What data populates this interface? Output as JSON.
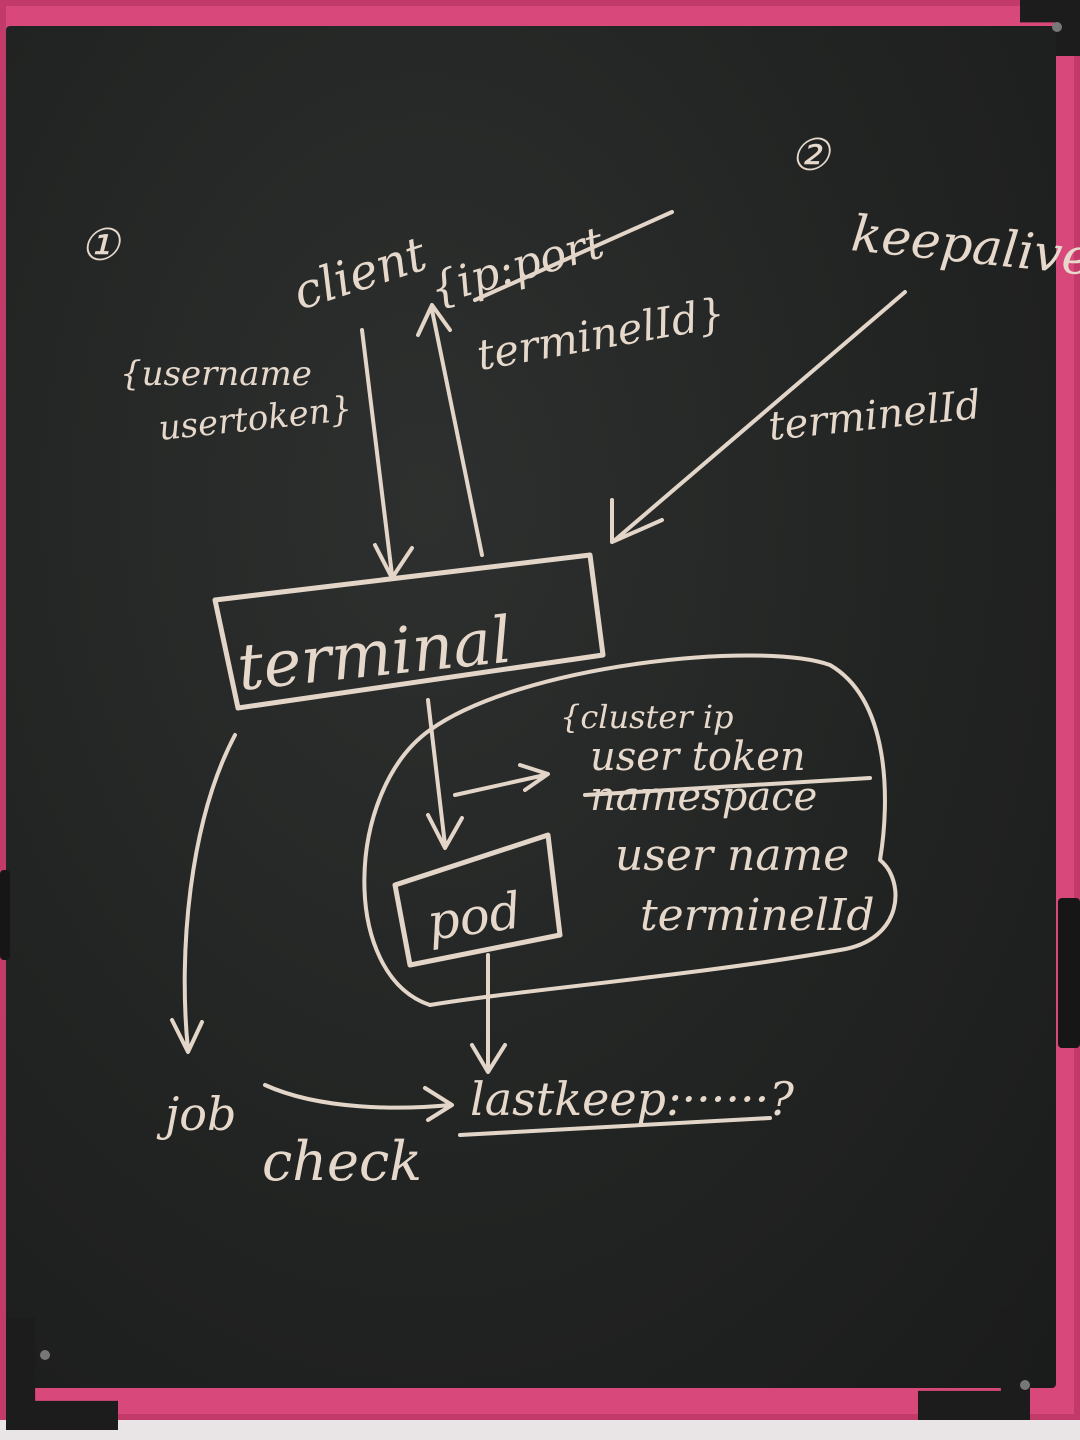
{
  "board": {
    "markers": [
      "①",
      "②"
    ],
    "section1": {
      "client": "client",
      "client_input": [
        "{username",
        "usertoken}"
      ],
      "client_response": [
        "{ip:port",
        "terminelId}"
      ],
      "terminal": "terminal",
      "pod": "pod",
      "pod_fields": [
        "{cluster ip",
        "user token",
        "namespace",
        "user name",
        "terminelId"
      ],
      "job": "job",
      "check": "check",
      "last_keep": "lastkeep:······?"
    },
    "section2": {
      "keepalive": "keepalive",
      "keepalive_param": "terminelId"
    }
  }
}
